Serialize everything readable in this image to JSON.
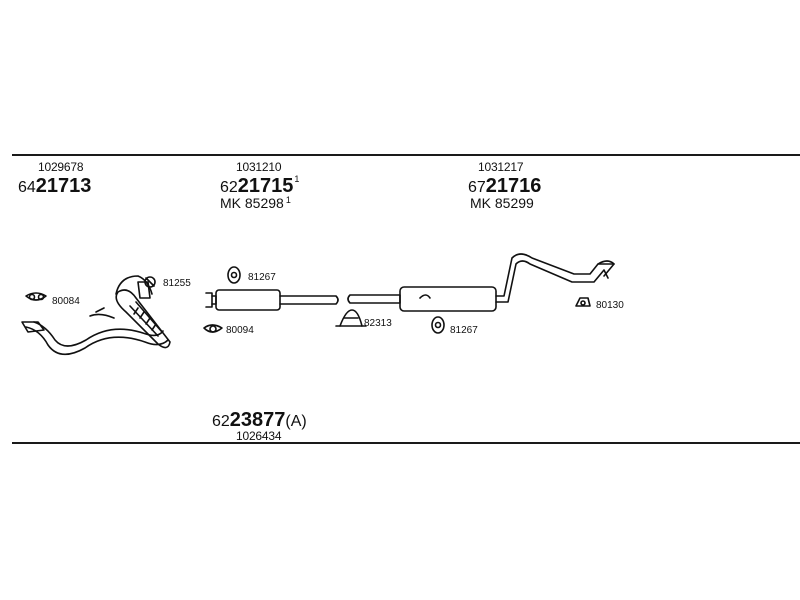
{
  "parts": {
    "front_pipe": {
      "ref": "1029678",
      "num_prefix": "64",
      "num_main": "21713"
    },
    "middle_muffler": {
      "ref": "1031210",
      "num_prefix": "62",
      "num_main": "21715",
      "num_mark": "1",
      "mk": "MK 85298",
      "mk_mark": "1"
    },
    "rear_muffler": {
      "ref": "1031217",
      "num_prefix": "67",
      "num_main": "21716",
      "mk": "MK 85299"
    },
    "kit": {
      "num_prefix": "62",
      "num_main": "23877",
      "num_suffix": "(A)",
      "ref": "1026434"
    }
  },
  "small_parts": {
    "gasket_left": "80084",
    "clamp_front": "81255",
    "hanger_mid": "81267",
    "gasket_mid": "80094",
    "clamp_rear": "82313",
    "hanger_rear": "81267",
    "mount_tail": "80130"
  }
}
